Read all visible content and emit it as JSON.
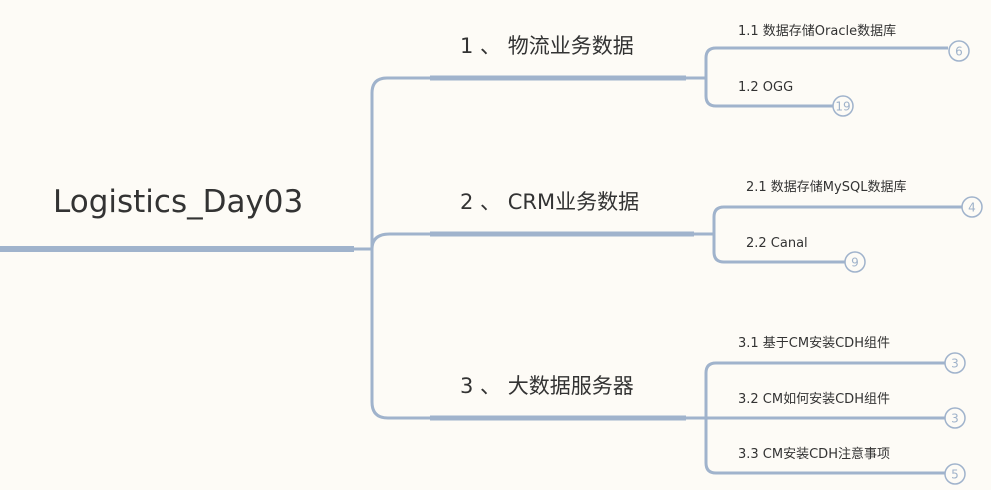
{
  "root": {
    "label": "Logistics_Day03"
  },
  "branches": [
    {
      "label": "1 、  物流业务数据",
      "children": [
        {
          "label": "1.1   数据存储Oracle数据库",
          "count": "6"
        },
        {
          "label": "1.2   OGG",
          "count": "19"
        }
      ]
    },
    {
      "label": "2 、  CRM业务数据",
      "children": [
        {
          "label": "2.1   数据存储MySQL数据库",
          "count": "4"
        },
        {
          "label": "2.2   Canal",
          "count": "9"
        }
      ]
    },
    {
      "label": "3 、  大数据服务器",
      "children": [
        {
          "label": "3.1   基于CM安装CDH组件",
          "count": "3"
        },
        {
          "label": "3.2   CM如何安装CDH组件",
          "count": "3"
        },
        {
          "label": "3.3   CM安装CDH注意事项",
          "count": "5"
        }
      ]
    }
  ],
  "colors": {
    "line": "#a0b3cc",
    "text": "#333333",
    "background": "#fdfbf6"
  }
}
